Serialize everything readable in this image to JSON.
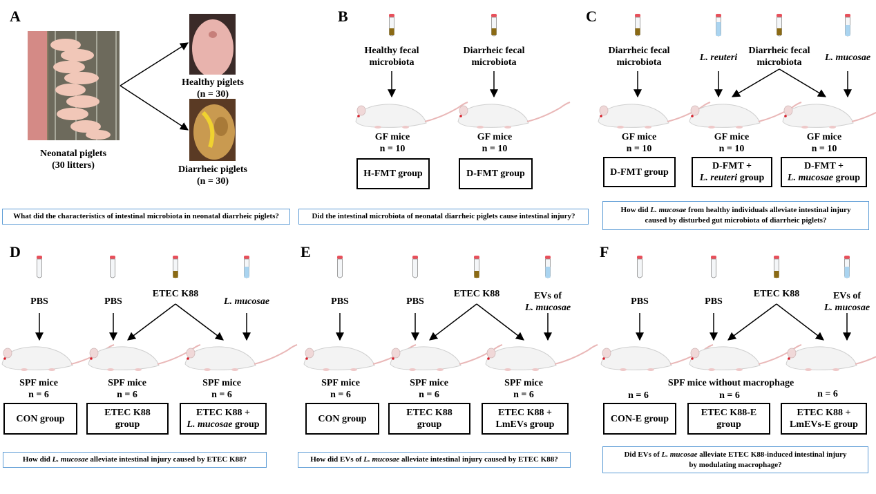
{
  "panels": {
    "A": {
      "letter": "A",
      "neonatal": [
        "Neonatal piglets",
        "(30 litters)"
      ],
      "healthy": [
        "Healthy piglets",
        "(n = 30)"
      ],
      "diarrheic": [
        "Diarrheic piglets",
        "(n = 30)"
      ],
      "question": "What did the characteristics of intestinal microbiota in neonatal diarrheic piglets?"
    },
    "B": {
      "letter": "B",
      "inputs": [
        [
          "Healthy fecal",
          "microbiota"
        ],
        [
          "Diarrheic fecal",
          "microbiota"
        ]
      ],
      "mice": [
        [
          "GF mice",
          "n = 10"
        ],
        [
          "GF mice",
          "n = 10"
        ]
      ],
      "groups": [
        "H-FMT group",
        "D-FMT group"
      ],
      "question": "Did the intestinal microbiota of neonatal diarrheic piglets cause intestinal injury?"
    },
    "C": {
      "letter": "C",
      "inputs": [
        [
          "Diarrheic fecal",
          "microbiota"
        ],
        [
          "L. reuteri"
        ],
        [
          "Diarrheic fecal",
          "microbiota"
        ],
        [
          "L. mucosae"
        ]
      ],
      "mice": [
        [
          "GF mice",
          "n = 10"
        ],
        [
          "GF mice",
          "n = 10"
        ],
        [
          "GF mice",
          "n = 10"
        ]
      ],
      "groups": [
        [
          "D-FMT group"
        ],
        [
          "D-FMT +",
          "L. reuteri group"
        ],
        [
          "D-FMT +",
          "L. mucosae group"
        ]
      ],
      "question": [
        "How did L. mucosae from healthy individuals alleviate intestinal injury",
        "caused by disturbed gut microbiota of diarrheic piglets?"
      ]
    },
    "D": {
      "letter": "D",
      "inputs": [
        "PBS",
        "PBS",
        "ETEC K88",
        "L. mucosae"
      ],
      "mice": [
        [
          "SPF mice",
          "n = 6"
        ],
        [
          "SPF mice",
          "n = 6"
        ],
        [
          "SPF mice",
          "n = 6"
        ]
      ],
      "groups": [
        [
          "CON group"
        ],
        [
          "ETEC K88",
          "group"
        ],
        [
          "ETEC K88 +",
          "L. mucosae group"
        ]
      ],
      "question": "How did L. mucosae alleviate intestinal injury caused by ETEC K88?"
    },
    "E": {
      "letter": "E",
      "inputs": [
        [
          "PBS"
        ],
        [
          "PBS"
        ],
        [
          "ETEC K88"
        ],
        [
          "EVs of",
          "L. mucosae"
        ]
      ],
      "mice": [
        [
          "SPF mice",
          "n = 6"
        ],
        [
          "SPF mice",
          "n = 6"
        ],
        [
          "SPF mice",
          "n = 6"
        ]
      ],
      "groups": [
        [
          "CON group"
        ],
        [
          "ETEC K88",
          "group"
        ],
        [
          "LmEVs group",
          "ETEC K88 +"
        ]
      ],
      "question": "How did EVs of L. mucosae alleviate intestinal injury caused by ETEC K88?"
    },
    "F": {
      "letter": "F",
      "inputs": [
        [
          "PBS"
        ],
        [
          "PBS"
        ],
        [
          "ETEC K88"
        ],
        [
          "EVs of",
          "L. mucosae"
        ]
      ],
      "mice_label": "SPF mice without macrophage",
      "n": [
        "n = 6",
        "n = 6",
        "n = 6"
      ],
      "groups": [
        [
          "CON-E group"
        ],
        [
          "ETEC K88-E",
          "group"
        ],
        [
          "ETEC K88 +",
          "LmEVs-E group"
        ]
      ],
      "question": [
        "Did EVs of L. mucosae alleviate ETEC K88-induced intestinal injury",
        "by modulating macrophage?"
      ]
    }
  },
  "italic_terms": [
    "L. reuteri",
    "L. mucosae"
  ],
  "colors": {
    "question_border": "#5b9bd5",
    "tube_cap": "#e8505b",
    "tube_fecal": "#8b6a14",
    "tube_bacteria": "#aad4f0",
    "arrow": "#000000"
  }
}
